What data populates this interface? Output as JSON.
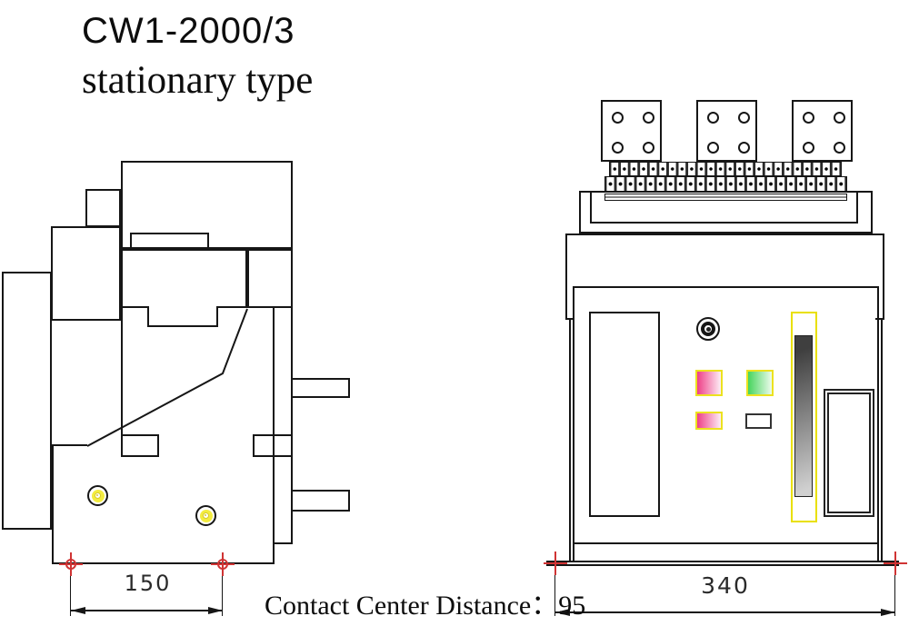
{
  "page": {
    "background": "#ffffff"
  },
  "title": {
    "model": "CW1-2000/3",
    "type_label": "stationary type"
  },
  "side_view": {
    "label": "side elevation drawing",
    "dimension": "150"
  },
  "front_view": {
    "label": "front elevation drawing",
    "dimension": "340"
  },
  "annotation": {
    "label": "Contact Center Distance：",
    "value": "95"
  },
  "drawing": {
    "line_color": "#161616",
    "datum_marker_color": "#d03434",
    "screw_color": "#f3ec3f",
    "indicator_border": "#ece21f",
    "slot_border": "#e9e000",
    "pink_dark": "#ee3f87",
    "pink_light": "#fdeef6",
    "green_dark": "#46d45c",
    "green_light": "#ecfbec",
    "bar_dark": "#3f3f3f",
    "bar_light": "#d0d0d0"
  }
}
